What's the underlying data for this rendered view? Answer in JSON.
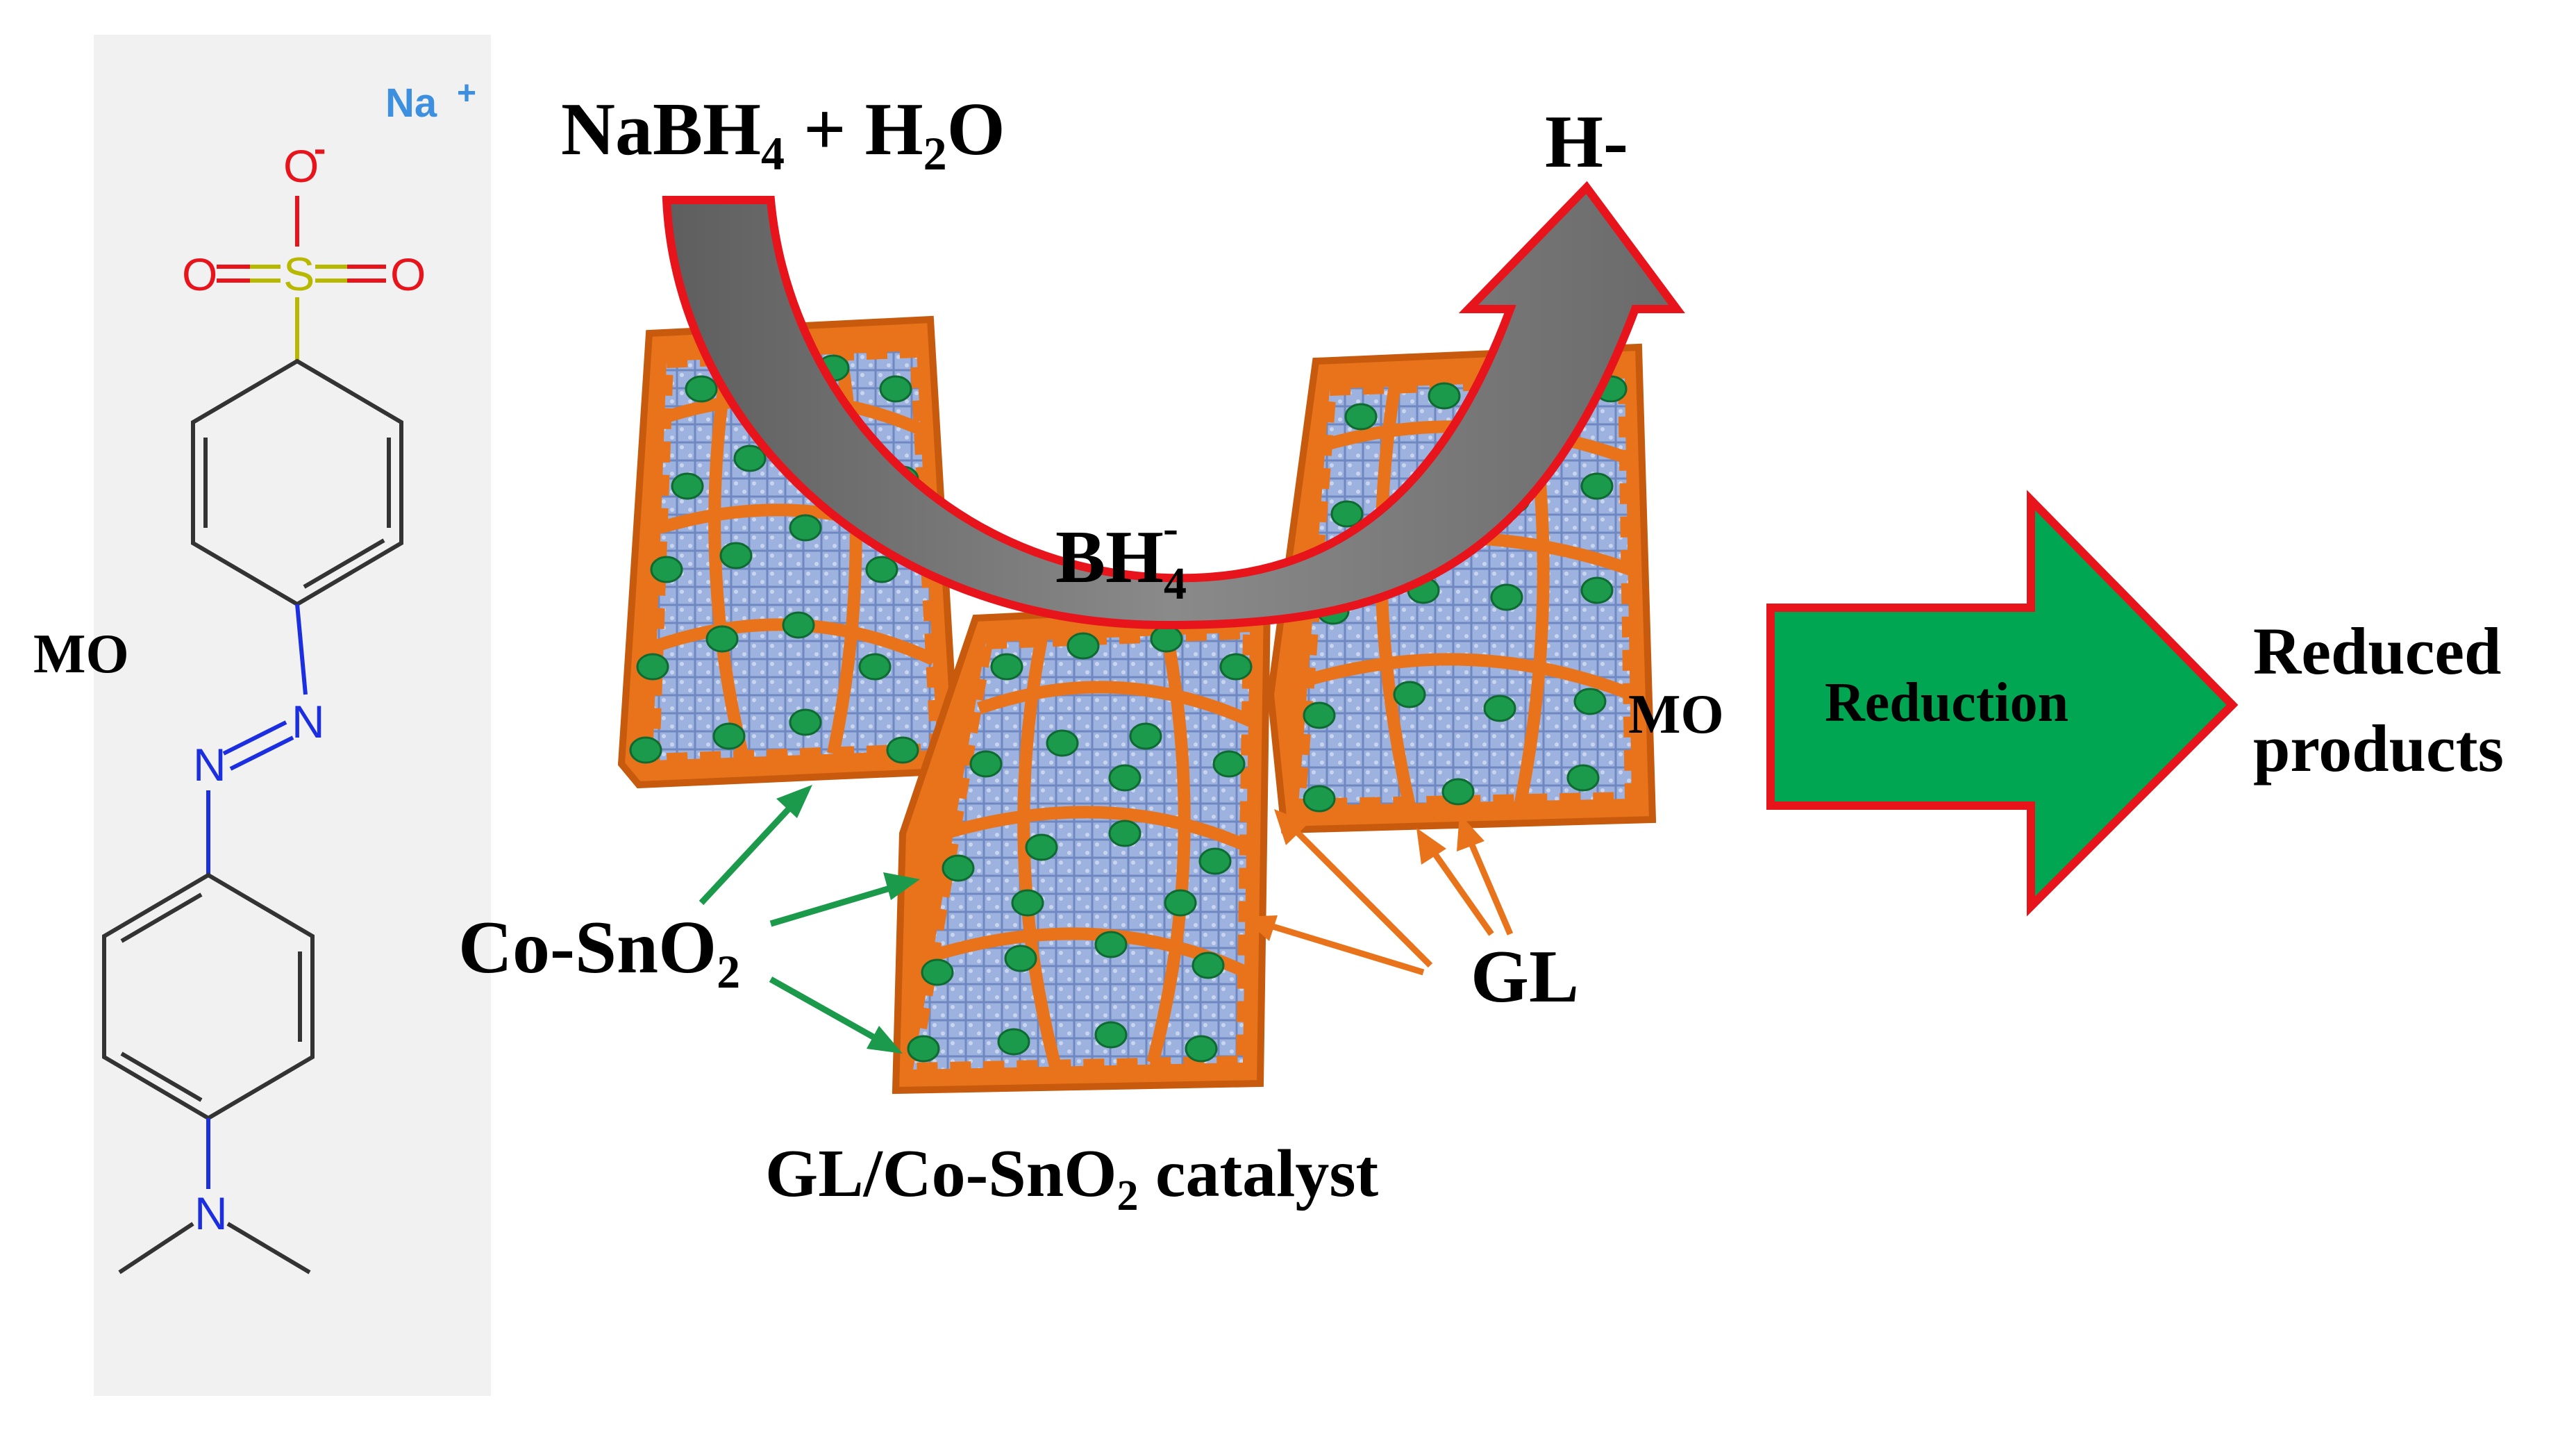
{
  "diagram": {
    "molecule": {
      "label": "MO",
      "atoms": {
        "sodium": "Na",
        "sodium_charge": "+",
        "oxygen_anion": "O",
        "anion_charge": "-",
        "oxygen_left": "O",
        "oxygen_right": "O",
        "sulfur": "S",
        "nitrogen_upper": "N",
        "nitrogen_lower": "N",
        "nitrogen_amine": "N"
      }
    },
    "reactant": {
      "text": "NaBH",
      "sub1": "4",
      "mid": " + H",
      "sub2": "2",
      "end": "O"
    },
    "hydride": "H-",
    "borohydride": {
      "text": "BH",
      "sub": "4",
      "sup": "-"
    },
    "adsorbed_dye": "MO",
    "reduction_arrow_label": "Reduction",
    "product": {
      "line1": "Reduced",
      "line2": "products"
    },
    "nanoparticle_label": {
      "text": "Co-SnO",
      "sub": "2"
    },
    "support_label": "GL",
    "catalyst_label": {
      "text": "GL/Co-SnO",
      "sub": "2",
      "end": " catalyst"
    },
    "colors": {
      "support_orange": "#E8731A",
      "particle_green": "#1A9A4A",
      "mesh_blue": "#8FA6D6",
      "reduction_green": "#00A651",
      "arrow_outline_red": "#E8141C",
      "arrow_gray": "#7A7A7A",
      "panel_gray": "#F1F1F1",
      "sulfur_yellow": "#B8B800",
      "oxygen_red": "#E8141C",
      "nitrogen_blue": "#1C2FE0",
      "sodium_blue": "#3D8FE0"
    }
  }
}
